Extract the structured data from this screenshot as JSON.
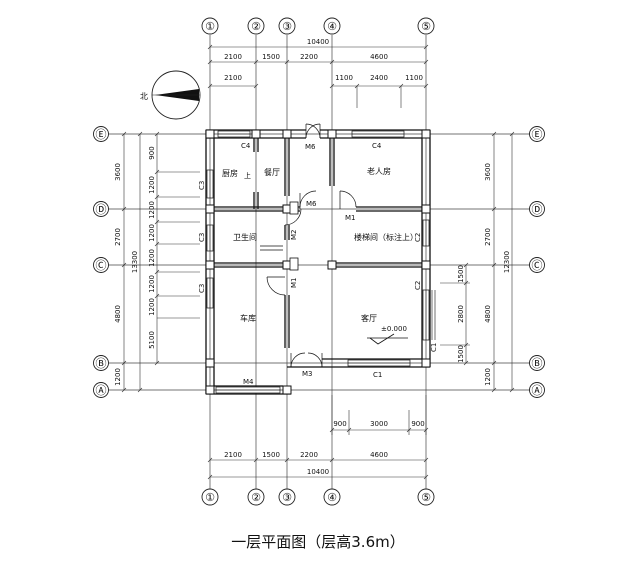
{
  "axes": {
    "numbers": [
      "①",
      "②",
      "③",
      "④",
      "⑤"
    ],
    "letters": [
      "Ⓔ",
      "Ⓓ",
      "Ⓒ",
      "Ⓑ",
      "Ⓐ"
    ]
  },
  "dimensions": {
    "top_total": "10400",
    "top_row1": [
      "2100",
      "1500",
      "2200",
      "4600"
    ],
    "top_row2": [
      "2100"
    ],
    "top_row3": [
      "1100",
      "2400",
      "1100"
    ],
    "bottom_row1": [
      "900",
      "3000",
      "900"
    ],
    "bottom_row2": [
      "2100",
      "1500",
      "2200",
      "4600"
    ],
    "bottom_total": "10400",
    "left_outer": [
      "3600",
      "2700",
      "4800",
      "1200"
    ],
    "left_mid": [
      "13300"
    ],
    "left_inner": [
      "900",
      "1200",
      "1200",
      "1200",
      "1200",
      "1200",
      "1200",
      "5100"
    ],
    "right_outer": [
      "3600",
      "2700",
      "4800",
      "1200"
    ],
    "right_total": "12300",
    "right_inner": [
      "1500",
      "2800",
      "1500"
    ]
  },
  "rooms": {
    "kitchen": "厨房",
    "dining": "餐厅",
    "elder_room": "老人房",
    "bathroom": "卫生间",
    "stair_room": "楼梯间（标注上）",
    "bedroom": "车库",
    "living": "客厅"
  },
  "openings": {
    "doors": [
      "M6",
      "M6",
      "M1",
      "M2",
      "M1",
      "M3"
    ],
    "windows": [
      "C4",
      "C4",
      "C3",
      "C3",
      "C3",
      "C2",
      "C2",
      "C1",
      "C1",
      "M4"
    ],
    "stair_note": "上",
    "elevation": "±0.000"
  },
  "north_label": "北",
  "title": "一层平面图（层高3.6m）"
}
